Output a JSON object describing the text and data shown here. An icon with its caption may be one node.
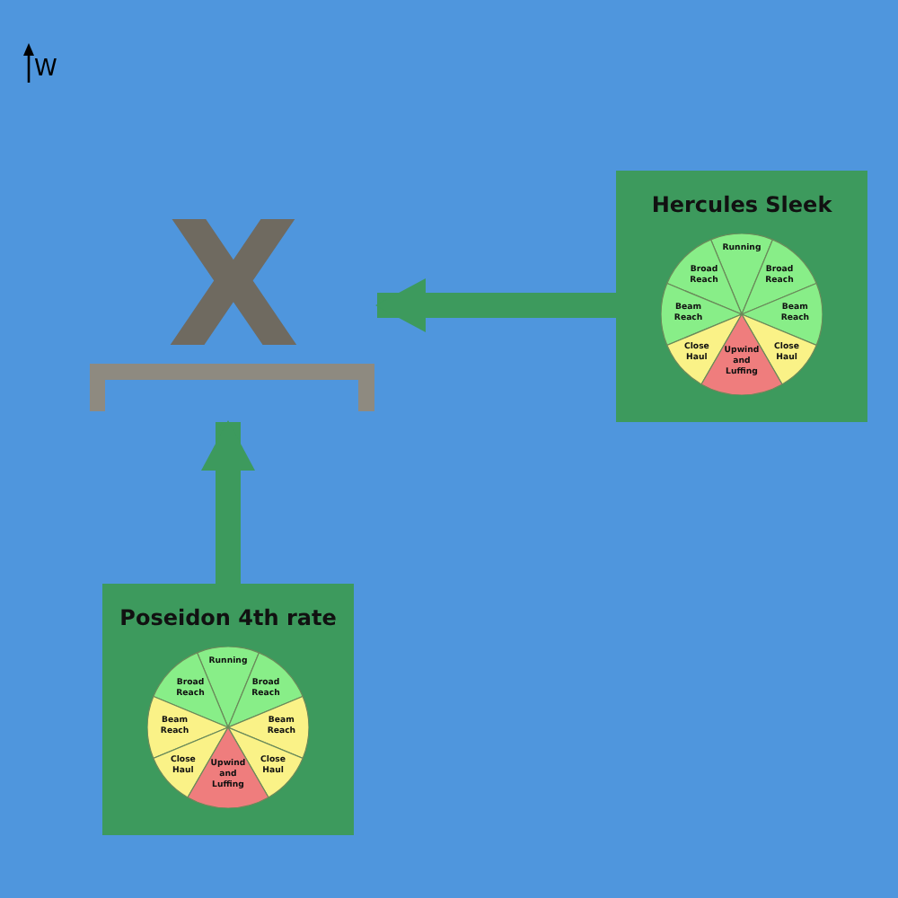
{
  "diagram": {
    "nodes": [
      {
        "text": [
          "X"
        ]
      },
      {
        "text": [
          "Hercules Sleek"
        ]
      },
      {
        "text": [
          "Running"
        ],
        "in": 1
      },
      {
        "text": [
          "Broad Reach"
        ],
        "in": 1
      },
      {
        "text": [
          "Broad Reach"
        ],
        "in": 1
      },
      {
        "text": [
          "Beam Reach"
        ],
        "in": 1
      },
      {
        "text": [
          "Beam Reach"
        ],
        "in": 1
      },
      {
        "text": [
          "Close Haul"
        ],
        "in": 1
      },
      {
        "text": [
          "Close Haul"
        ],
        "in": 1
      },
      {
        "text": [
          "Upwind and Luffing"
        ],
        "in": 1
      },
      {
        "text": [
          "Poseidon 4th rate"
        ]
      },
      {
        "text": [
          "Running"
        ],
        "in": 10
      },
      {
        "text": [
          "Broad Reach"
        ],
        "in": 10
      },
      {
        "text": [
          "Broad Reach"
        ],
        "in": 10
      },
      {
        "text": [
          "Beam Reach"
        ],
        "in": 10
      },
      {
        "text": [
          "Beam Reach"
        ],
        "in": 10
      },
      {
        "text": [
          "Close Haul"
        ],
        "in": 10
      },
      {
        "text": [
          "Close Haul"
        ],
        "in": 10
      },
      {
        "text": [
          "Upwind and Luffing"
        ],
        "in": 10
      }
    ],
    "edges": [
      {
        "from": 1,
        "to": 0,
        "arrow": "to"
      },
      {
        "from": 10,
        "to": 0,
        "arrow": "to"
      }
    ],
    "labels": [
      "W"
    ]
  }
}
